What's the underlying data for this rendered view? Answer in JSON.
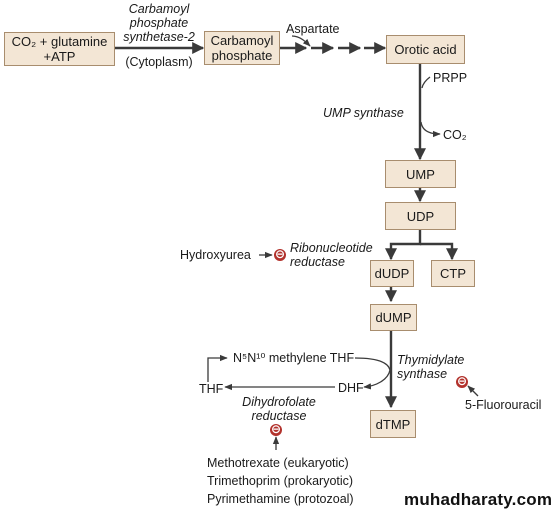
{
  "nodes": {
    "co2_gln_atp_l1": "CO₂ + glutamine",
    "co2_gln_atp_l2": "+ATP",
    "carbamoyl_phosphate_l1": "Carbamoyl",
    "carbamoyl_phosphate_l2": "phosphate",
    "orotic_acid": "Orotic acid",
    "ump": "UMP",
    "udp": "UDP",
    "dudp": "dUDP",
    "ctp": "CTP",
    "dump": "dUMP",
    "dtmp": "dTMP"
  },
  "enzymes": {
    "cps2_l1": "Carbamoyl",
    "cps2_l2": "phosphate",
    "cps2_l3": "synthetase-2",
    "cytoplasm": "(Cytoplasm)",
    "ump_synthase": "UMP synthase",
    "ribonucleotide_reductase_l1": "Ribonucleotide",
    "ribonucleotide_reductase_l2": "reductase",
    "thymidylate_synthase_l1": "Thymidylate",
    "thymidylate_synthase_l2": "synthase",
    "dihydrofolate_reductase_l1": "Dihydrofolate",
    "dihydrofolate_reductase_l2": "reductase"
  },
  "substrates": {
    "aspartate": "Aspartate",
    "prpp": "PRPP",
    "co2_out": "CO₂",
    "methylene_thf": "N⁵N¹⁰ methylene THF",
    "thf": "THF",
    "dhf": "DHF"
  },
  "inhibitors": {
    "hydroxyurea": "Hydroxyurea",
    "fluorouracil": "5-Fluorouracil",
    "methotrexate": "Methotrexate (eukaryotic)",
    "trimethoprim": "Trimethoprim (prokaryotic)",
    "pyrimethamine": "Pyrimethamine (protozoal)",
    "symbol": "⊖"
  },
  "watermark": "muhadharaty.com",
  "colors": {
    "box_fill": "#f3e6d5",
    "box_border": "#a88d6e",
    "arrow": "#3a3a3a",
    "inhibitor": "#b2322c"
  }
}
